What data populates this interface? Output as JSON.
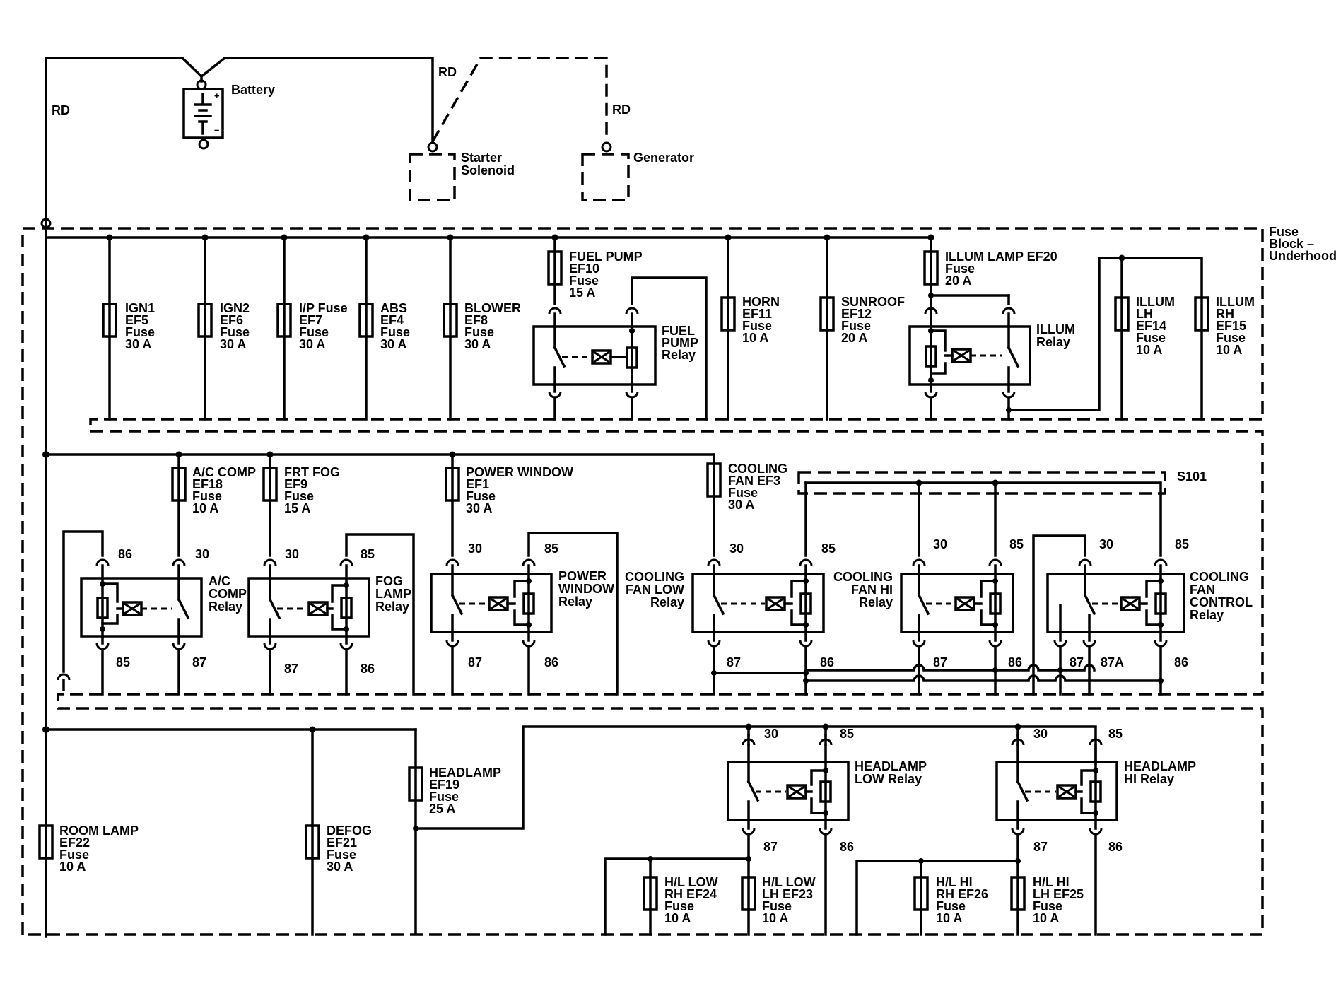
{
  "power_source": {
    "battery": "Battery",
    "wire_main": "RD",
    "wire_starter": "RD",
    "wire_generator": "RD",
    "battery_plus": "+",
    "battery_minus": "–"
  },
  "starter": [
    "Starter",
    "Solenoid"
  ],
  "generator": "Generator",
  "fuse_block": [
    "Fuse",
    "Block –",
    "Underhood"
  ],
  "splice": "S101",
  "fuses": {
    "ign1": [
      "IGN1",
      "EF5",
      "Fuse",
      "30 A"
    ],
    "ign2": [
      "IGN2",
      "EF6",
      "Fuse",
      "30 A"
    ],
    "ip": [
      "I/P Fuse",
      "EF7",
      "Fuse",
      "30 A"
    ],
    "abs": [
      "ABS",
      "EF4",
      "Fuse",
      "30 A"
    ],
    "blower": [
      "BLOWER",
      "EF8",
      "Fuse",
      "30 A"
    ],
    "fuel_pump": [
      "FUEL PUMP",
      "EF10",
      "Fuse",
      "15 A"
    ],
    "horn": [
      "HORN",
      "EF11",
      "Fuse",
      "10 A"
    ],
    "sunroof": [
      "SUNROOF",
      "EF12",
      "Fuse",
      "20 A"
    ],
    "illum_lamp": [
      "ILLUM LAMP EF20",
      "Fuse",
      "20 A"
    ],
    "illum_lh": [
      "ILLUM",
      "LH",
      "EF14",
      "Fuse",
      "10 A"
    ],
    "illum_rh": [
      "ILLUM",
      "RH",
      "EF15",
      "Fuse",
      "10 A"
    ],
    "ac_comp": [
      "A/C COMP",
      "EF18",
      "Fuse",
      "10 A"
    ],
    "frt_fog": [
      "FRT FOG",
      "EF9",
      "Fuse",
      "15 A"
    ],
    "power_window": [
      "POWER WINDOW",
      "EF1",
      "Fuse",
      "30 A"
    ],
    "cooling_fan": [
      "COOLING",
      "FAN EF3",
      "Fuse",
      "30 A"
    ],
    "headlamp": [
      "HEADLAMP",
      "EF19",
      "Fuse",
      "25 A"
    ],
    "room_lamp": [
      "ROOM LAMP",
      "EF22",
      "Fuse",
      "10 A"
    ],
    "defog": [
      "DEFOG",
      "EF21",
      "Fuse",
      "30 A"
    ],
    "hl_low_rh": [
      "H/L LOW",
      "RH EF24",
      "Fuse",
      "10 A"
    ],
    "hl_low_lh": [
      "H/L LOW",
      "LH EF23",
      "Fuse",
      "10 A"
    ],
    "hl_hi_rh": [
      "H/L HI",
      "RH EF26",
      "Fuse",
      "10 A"
    ],
    "hl_hi_lh": [
      "H/L HI",
      "LH EF25",
      "Fuse",
      "10 A"
    ]
  },
  "relays": {
    "fuel_pump": [
      "FUEL",
      "PUMP",
      "Relay"
    ],
    "illum": [
      "ILLUM",
      "Relay"
    ],
    "ac_comp": [
      "A/C",
      "COMP",
      "Relay"
    ],
    "fog_lamp": [
      "FOG",
      "LAMP",
      "Relay"
    ],
    "power_window": [
      "POWER",
      "WINDOW",
      "Relay"
    ],
    "cooling_fan_low": [
      "COOLING",
      "FAN LOW",
      "Relay"
    ],
    "cooling_fan_hi": [
      "COOLING",
      "FAN HI",
      "Relay"
    ],
    "cooling_fan_control": [
      "COOLING",
      "FAN",
      "CONTROL",
      "Relay"
    ],
    "headlamp_low": [
      "HEADLAMP",
      "LOW Relay"
    ],
    "headlamp_hi": [
      "HEADLAMP",
      "HI Relay"
    ]
  },
  "pins": {
    "p30": "30",
    "p85": "85",
    "p86": "86",
    "p87": "87",
    "p87a": "87A"
  }
}
